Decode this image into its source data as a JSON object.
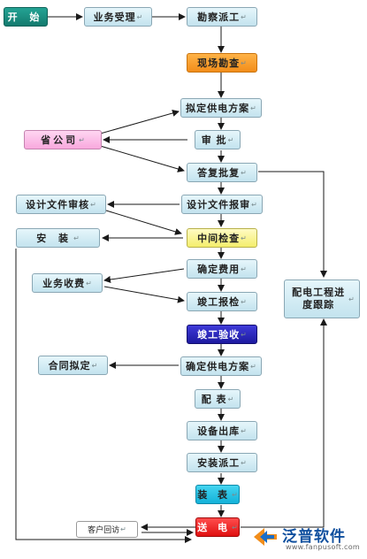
{
  "nodes": {
    "start": {
      "label": "开 始",
      "return_mark": ""
    },
    "accept": {
      "label": "业务受理",
      "return_mark": "↵"
    },
    "dispatch_survey": {
      "label": "勘察派工",
      "return_mark": "↵"
    },
    "site_survey": {
      "label": "现场勘查",
      "return_mark": "↵"
    },
    "draft_plan": {
      "label": "拟定供电方案",
      "return_mark": "↵"
    },
    "province": {
      "label": "省公司",
      "return_mark": "↵"
    },
    "approve": {
      "label": "审 批",
      "return_mark": "↵"
    },
    "reply": {
      "label": "答复批复",
      "return_mark": "↵"
    },
    "design_review": {
      "label": "设计文件审核",
      "return_mark": "↵"
    },
    "design_submit": {
      "label": "设计文件报审",
      "return_mark": "↵"
    },
    "install": {
      "label": "安 装",
      "return_mark": "↵"
    },
    "mid_check": {
      "label": "中间检查",
      "return_mark": "↵"
    },
    "confirm_fee": {
      "label": "确定费用",
      "return_mark": "↵"
    },
    "fee_collect": {
      "label": "业务收费",
      "return_mark": "↵"
    },
    "completion_report": {
      "label": "竣工报检",
      "return_mark": "↵"
    },
    "tracking": {
      "label": "配电工程进度跟踪",
      "return_mark": "↵"
    },
    "completion_accept": {
      "label": "竣工验收",
      "return_mark": "↵"
    },
    "contract": {
      "label": "合同拟定",
      "return_mark": "↵"
    },
    "confirm_plan": {
      "label": "确定供电方案",
      "return_mark": "↵"
    },
    "meter": {
      "label": "配 表",
      "return_mark": "↵"
    },
    "device_out": {
      "label": "设备出库",
      "return_mark": "↵"
    },
    "install_dispatch": {
      "label": "安装派工",
      "return_mark": "↵"
    },
    "meter_install": {
      "label": "装 表",
      "return_mark": "↵"
    },
    "power_on": {
      "label": "送 电",
      "return_mark": "↵"
    },
    "customer_visit": {
      "label": "客户回访",
      "return_mark": "↵"
    }
  },
  "logo": {
    "brand": "泛普软件",
    "url": "www.fanpusoft.com"
  },
  "colors": {
    "default_box": "#c3e3ee",
    "start": "#137a6e",
    "orange": "#f28d1a",
    "pink": "#f8a8dd",
    "yellow": "#f4ee6c",
    "navy": "#1d1aa0",
    "aqua": "#14b2d9",
    "red": "#e01010",
    "arrow": "#1a1a1a",
    "brand": "#0f4f9e"
  }
}
